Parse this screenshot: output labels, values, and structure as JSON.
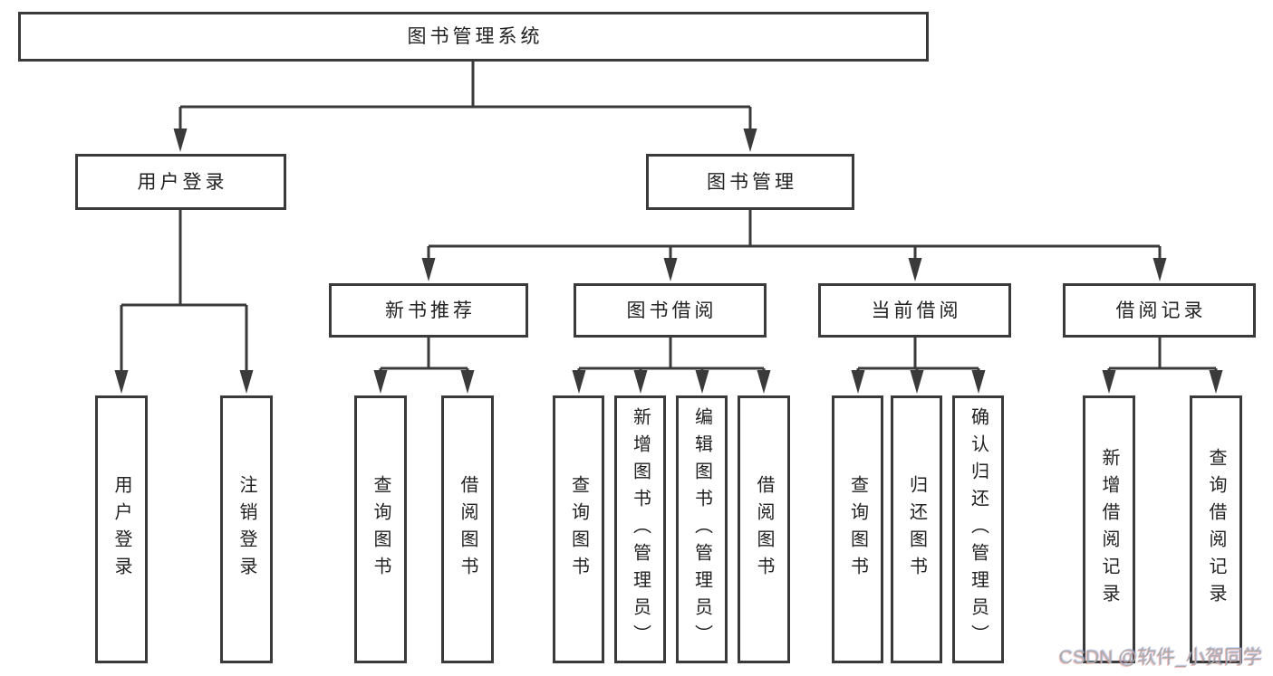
{
  "tree": {
    "root": "图书管理系统",
    "level2": [
      {
        "label": "用户登录",
        "children": [
          "用户登录",
          "注销登录"
        ]
      },
      {
        "label": "图书管理",
        "children": [
          {
            "label": "新书推荐",
            "children": [
              "查询图书",
              "借阅图书"
            ]
          },
          {
            "label": "图书借阅",
            "children": [
              "查询图书",
              "新增图书（管理员）",
              "编辑图书（管理员）",
              "借阅图书"
            ]
          },
          {
            "label": "当前借阅",
            "children": [
              "查询图书",
              "归还图书",
              "确认归还（管理员）"
            ]
          },
          {
            "label": "借阅记录",
            "children": [
              "新增借阅记录",
              "查询借阅记录"
            ]
          }
        ]
      }
    ]
  },
  "watermark": {
    "text": "CSDN @软件_小贺同学"
  },
  "colors": {
    "line": "#3a3a3a",
    "text": "#222222",
    "watermark": "#ababab",
    "background": "#ffffff"
  }
}
